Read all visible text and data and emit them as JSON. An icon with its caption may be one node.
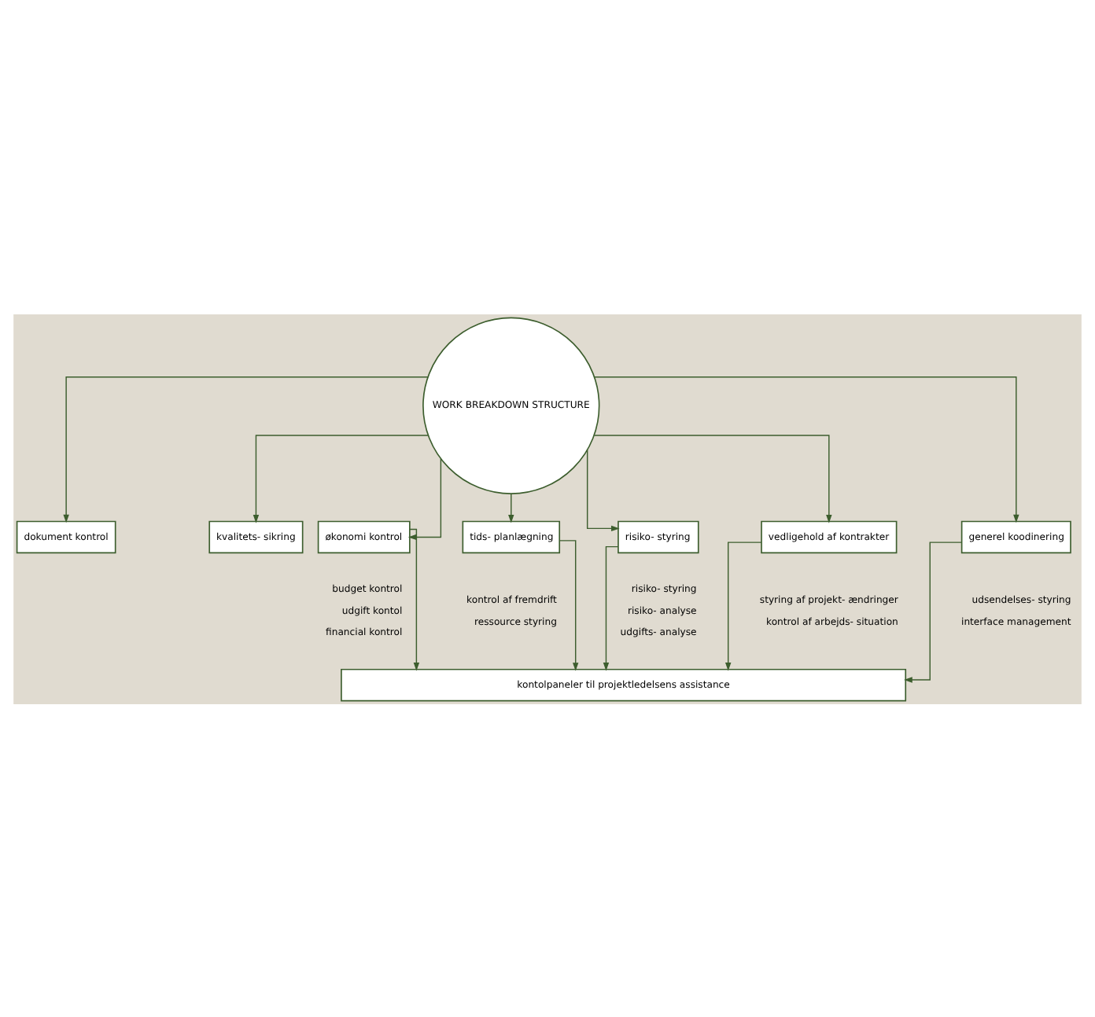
{
  "diagram": {
    "nodes": [
      {
        "text": [
          "WORK BREAKDOWN STRUCTURE"
        ]
      },
      {
        "text": [
          "dokument kontrol"
        ]
      },
      {
        "text": [
          "kvalitets- sikring"
        ]
      },
      {
        "text": [
          "økonomi kontrol"
        ]
      },
      {
        "text": [
          "tids- planlægning"
        ]
      },
      {
        "text": [
          "risiko- styring"
        ]
      },
      {
        "text": [
          "vedligehold af kontrakter"
        ]
      },
      {
        "text": [
          "generel koodinering"
        ]
      },
      {
        "text": [
          "kontolpaneler til projektledelsens assistance"
        ]
      }
    ],
    "edges": [
      {
        "from": 0,
        "to": 1,
        "arrow": "to"
      },
      {
        "from": 0,
        "to": 2,
        "arrow": "to"
      },
      {
        "from": 0,
        "to": 3,
        "arrow": "to"
      },
      {
        "from": 0,
        "to": 4,
        "arrow": "to"
      },
      {
        "from": 0,
        "to": 5,
        "arrow": "to"
      },
      {
        "from": 0,
        "to": 6,
        "arrow": "to"
      },
      {
        "from": 0,
        "to": 7,
        "arrow": "to"
      },
      {
        "from": 3,
        "to": 8,
        "arrow": "to"
      },
      {
        "from": 4,
        "to": 8,
        "arrow": "to"
      },
      {
        "from": 5,
        "to": 8,
        "arrow": "to"
      },
      {
        "from": 6,
        "to": 8,
        "arrow": "to"
      },
      {
        "from": 7,
        "to": 8,
        "arrow": "to"
      }
    ],
    "labels": [
      "budget kontrol",
      "udgift kontol",
      "financial kontrol",
      "kontrol af fremdrift",
      "ressource styring",
      "risiko- styring",
      "risiko- analyse",
      "udgifts- analyse",
      "styring af projekt- ændringer",
      "kontrol af arbejds- situation",
      "udsendelses- styring",
      "interface management"
    ]
  }
}
